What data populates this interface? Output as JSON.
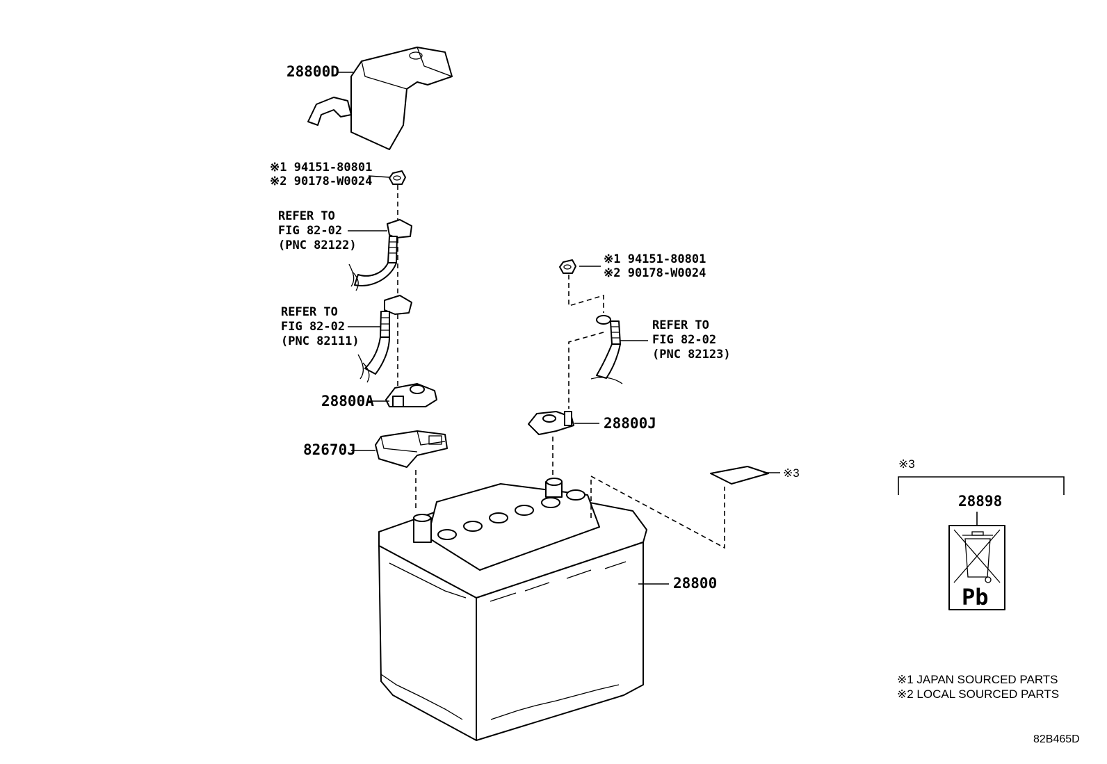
{
  "diagram": {
    "code": "82B465D",
    "parts": {
      "cover": "28800D",
      "clamp_a": "28800A",
      "holder": "82670J",
      "clamp_j": "28800J",
      "battery": "28800",
      "label": "28898"
    },
    "nut_left": {
      "line1": "※1 94151-80801",
      "line2": "※2 90178-W0024"
    },
    "nut_right": {
      "line1": "※1 94151-80801",
      "line2": "※2 90178-W0024"
    },
    "ref_82122": {
      "line1": "REFER TO",
      "line2": "FIG 82-02",
      "line3": "(PNC 82122)"
    },
    "ref_82111": {
      "line1": "REFER TO",
      "line2": "FIG 82-02",
      "line3": "(PNC 82111)"
    },
    "ref_82123": {
      "line1": "REFER TO",
      "line2": "FIG 82-02",
      "line3": "(PNC 82123)"
    },
    "sticker_mark": "※3",
    "detail_mark": "※3",
    "pb_symbol": "Pb",
    "footnotes": {
      "note1": "※1 JAPAN SOURCED PARTS",
      "note2": "※2 LOCAL SOURCED PARTS"
    }
  }
}
